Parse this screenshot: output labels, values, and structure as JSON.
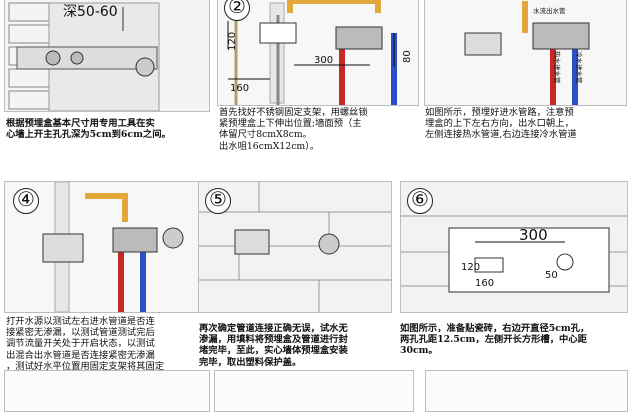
{
  "step1": {
    "depth": "深50-60",
    "caption": "根据预埋盒基本尺寸用专用工具在实\n心墙上开主孔孔深为5cm到6cm之间。"
  },
  "step2": {
    "num": "②",
    "dim_h": "120",
    "dim_w": "300",
    "dim_v": "80",
    "dim_w2": "160",
    "caption": "首先找好不锈钢固定支架，用螺丝锁\n紧预埋盒上下伸出位置;墙面预（主\n体留尺寸8cmX8cm。\n出水咀16cmX12cm）。"
  },
  "step3": {
    "label_top": "水流出水管",
    "label_hot": "热水进水管",
    "label_cold": "冷水进水管",
    "caption": "如图所示，预埋好进水管路，注意预\n埋盒的上下左右方向，出水口朝上，\n左侧连接热水管道,右边连接冷水管道"
  },
  "step4": {
    "num": "④",
    "caption": "打开水源以测试左右进水管道是否连\n接紧密无渗漏，以测试管道测试完后\n调节流量开关处于开启状态，以测试\n出混合出水管道是否连接紧密无渗漏\n，测试好水平位置用固定支架将其固定\n好。"
  },
  "step5": {
    "num": "⑤",
    "caption": "再次确定管道连接正确无误，试水无\n渗漏，用填料将预埋盒及管道进行封\n堵完毕，至此，实心墙体预埋盒安装\n完毕，取出塑料保护盖。"
  },
  "step6": {
    "num": "⑥",
    "dim_w": "300",
    "dim_h": "120",
    "dim_w2": "160",
    "dim_d": "50",
    "caption": "如图所示，准备贴瓷砖，右边开直径5cm孔，\n两孔孔距12.5cm，左侧开长方形槽，中心距\n30cm。"
  }
}
